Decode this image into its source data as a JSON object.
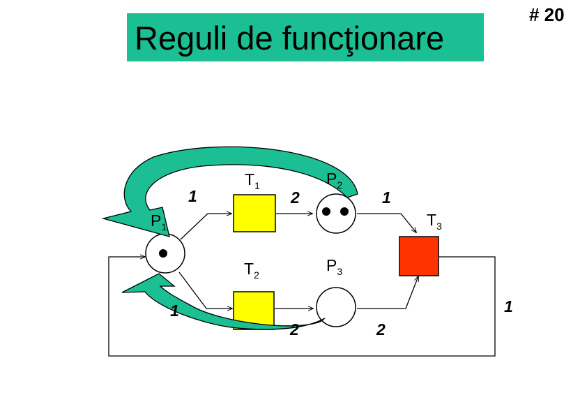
{
  "slide": {
    "title": "Reguli de funcţionare",
    "number": "# 20"
  },
  "net": {
    "places": [
      {
        "id": "P1",
        "letter": "P",
        "index": "1",
        "tokens": 1
      },
      {
        "id": "P2",
        "letter": "P",
        "index": "2",
        "tokens": 2
      },
      {
        "id": "P3",
        "letter": "P",
        "index": "3",
        "tokens": 0
      }
    ],
    "transitions": [
      {
        "id": "T1",
        "letter": "T",
        "index": "1",
        "state": "enabled"
      },
      {
        "id": "T2",
        "letter": "T",
        "index": "2",
        "state": "enabled"
      },
      {
        "id": "T3",
        "letter": "T",
        "index": "3",
        "state": "not enabled"
      }
    ],
    "arc_weights": {
      "P1_T1": "1",
      "T1_P2": "2",
      "P2_T3": "1",
      "P1_T2": "1",
      "T2_P3": "2",
      "P3_T3": "2",
      "T3_P1": "1"
    }
  },
  "colors": {
    "title_background": "#1bbf93",
    "flow_arrow": "#1bbf93",
    "enabled_transition": "#ffff00",
    "disabled_transition": "#ff3300"
  }
}
